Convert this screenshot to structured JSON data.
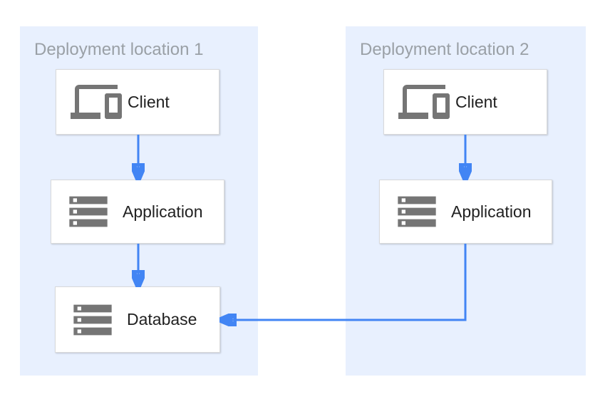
{
  "panels": [
    {
      "label": "Deployment location 1",
      "nodes": [
        {
          "label": "Client",
          "icon": "devices-icon"
        },
        {
          "label": "Application",
          "icon": "server-stack-icon"
        },
        {
          "label": "Database",
          "icon": "server-stack-icon"
        }
      ]
    },
    {
      "label": "Deployment location 2",
      "nodes": [
        {
          "label": "Client",
          "icon": "devices-icon"
        },
        {
          "label": "Application",
          "icon": "server-stack-icon"
        }
      ]
    }
  ],
  "connections": [
    {
      "from": "location1-client",
      "to": "location1-application"
    },
    {
      "from": "location1-application",
      "to": "location1-database"
    },
    {
      "from": "location2-client",
      "to": "location2-application"
    },
    {
      "from": "location2-application",
      "to": "location1-database"
    }
  ],
  "colors": {
    "panel_bg": "#E8F0FE",
    "node_bg": "#FFFFFF",
    "node_border": "#D9DADB",
    "arrow": "#4285F4",
    "panel_label_text": "#9AA0A6",
    "node_label_text": "#212121",
    "icon": "#757575"
  }
}
